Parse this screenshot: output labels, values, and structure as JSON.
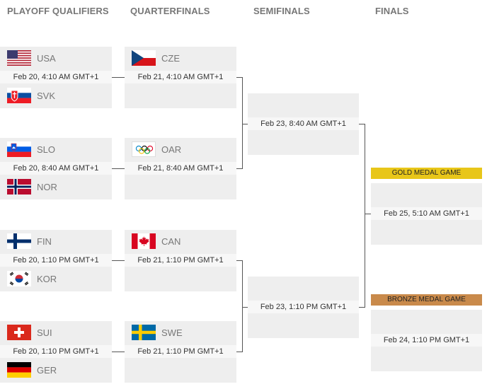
{
  "headers": {
    "playoff": "PLAYOFF QUALIFIERS",
    "quarter": "QUARTERFINALS",
    "semi": "SEMIFINALS",
    "finals": "FINALS"
  },
  "playoff": [
    {
      "team1": "USA",
      "team2": "SVK",
      "date": "Feb 20, 4:10 AM GMT+1"
    },
    {
      "team1": "SLO",
      "team2": "NOR",
      "date": "Feb 20, 8:40 AM GMT+1"
    },
    {
      "team1": "FIN",
      "team2": "KOR",
      "date": "Feb 20, 1:10 PM GMT+1"
    },
    {
      "team1": "SUI",
      "team2": "GER",
      "date": "Feb 20, 1:10 PM GMT+1"
    }
  ],
  "quarter": [
    {
      "team": "CZE",
      "date": "Feb 21, 4:10 AM GMT+1"
    },
    {
      "team": "OAR",
      "date": "Feb 21, 8:40 AM GMT+1"
    },
    {
      "team": "CAN",
      "date": "Feb 21, 1:10 PM GMT+1"
    },
    {
      "team": "SWE",
      "date": "Feb 21, 1:10 PM GMT+1"
    }
  ],
  "semi": [
    {
      "date": "Feb 23, 8:40 AM GMT+1"
    },
    {
      "date": "Feb 23, 1:10 PM GMT+1"
    }
  ],
  "finals": {
    "gold": {
      "label": "GOLD MEDAL GAME",
      "date": "Feb 25, 5:10 AM GMT+1",
      "color": "#e8c619"
    },
    "bronze": {
      "label": "BRONZE MEDAL GAME",
      "date": "Feb 24, 1:10 PM GMT+1",
      "color": "#c98a4b"
    }
  },
  "icons": {
    "usa": "usa-flag-icon",
    "svk": "slovakia-flag-icon",
    "slo": "slovenia-flag-icon",
    "nor": "norway-flag-icon",
    "fin": "finland-flag-icon",
    "kor": "korea-flag-icon",
    "sui": "switzerland-flag-icon",
    "ger": "germany-flag-icon",
    "cze": "czech-flag-icon",
    "oar": "olympic-rings-icon",
    "can": "canada-flag-icon",
    "swe": "sweden-flag-icon"
  }
}
